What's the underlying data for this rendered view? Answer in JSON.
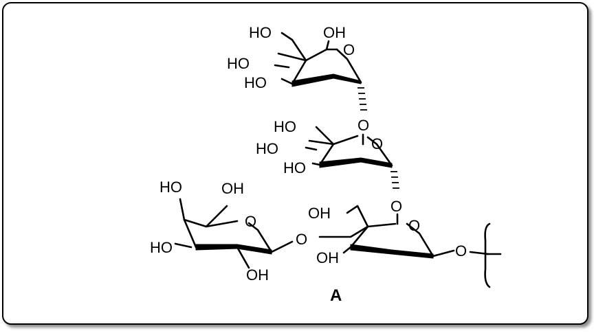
{
  "figure": {
    "compound_label": "A",
    "atom_labels": {
      "top_ring": [
        "HO",
        "OH",
        "HO",
        "O",
        "HO"
      ],
      "middle_ring": [
        "O",
        "HO",
        "HO",
        "O",
        "HO"
      ],
      "bottom_ring": [
        "O",
        "OH",
        "O",
        "OH",
        "O"
      ],
      "galactose_ring": [
        "HO",
        "OH",
        "O",
        "HO",
        "O",
        "OH"
      ]
    }
  }
}
